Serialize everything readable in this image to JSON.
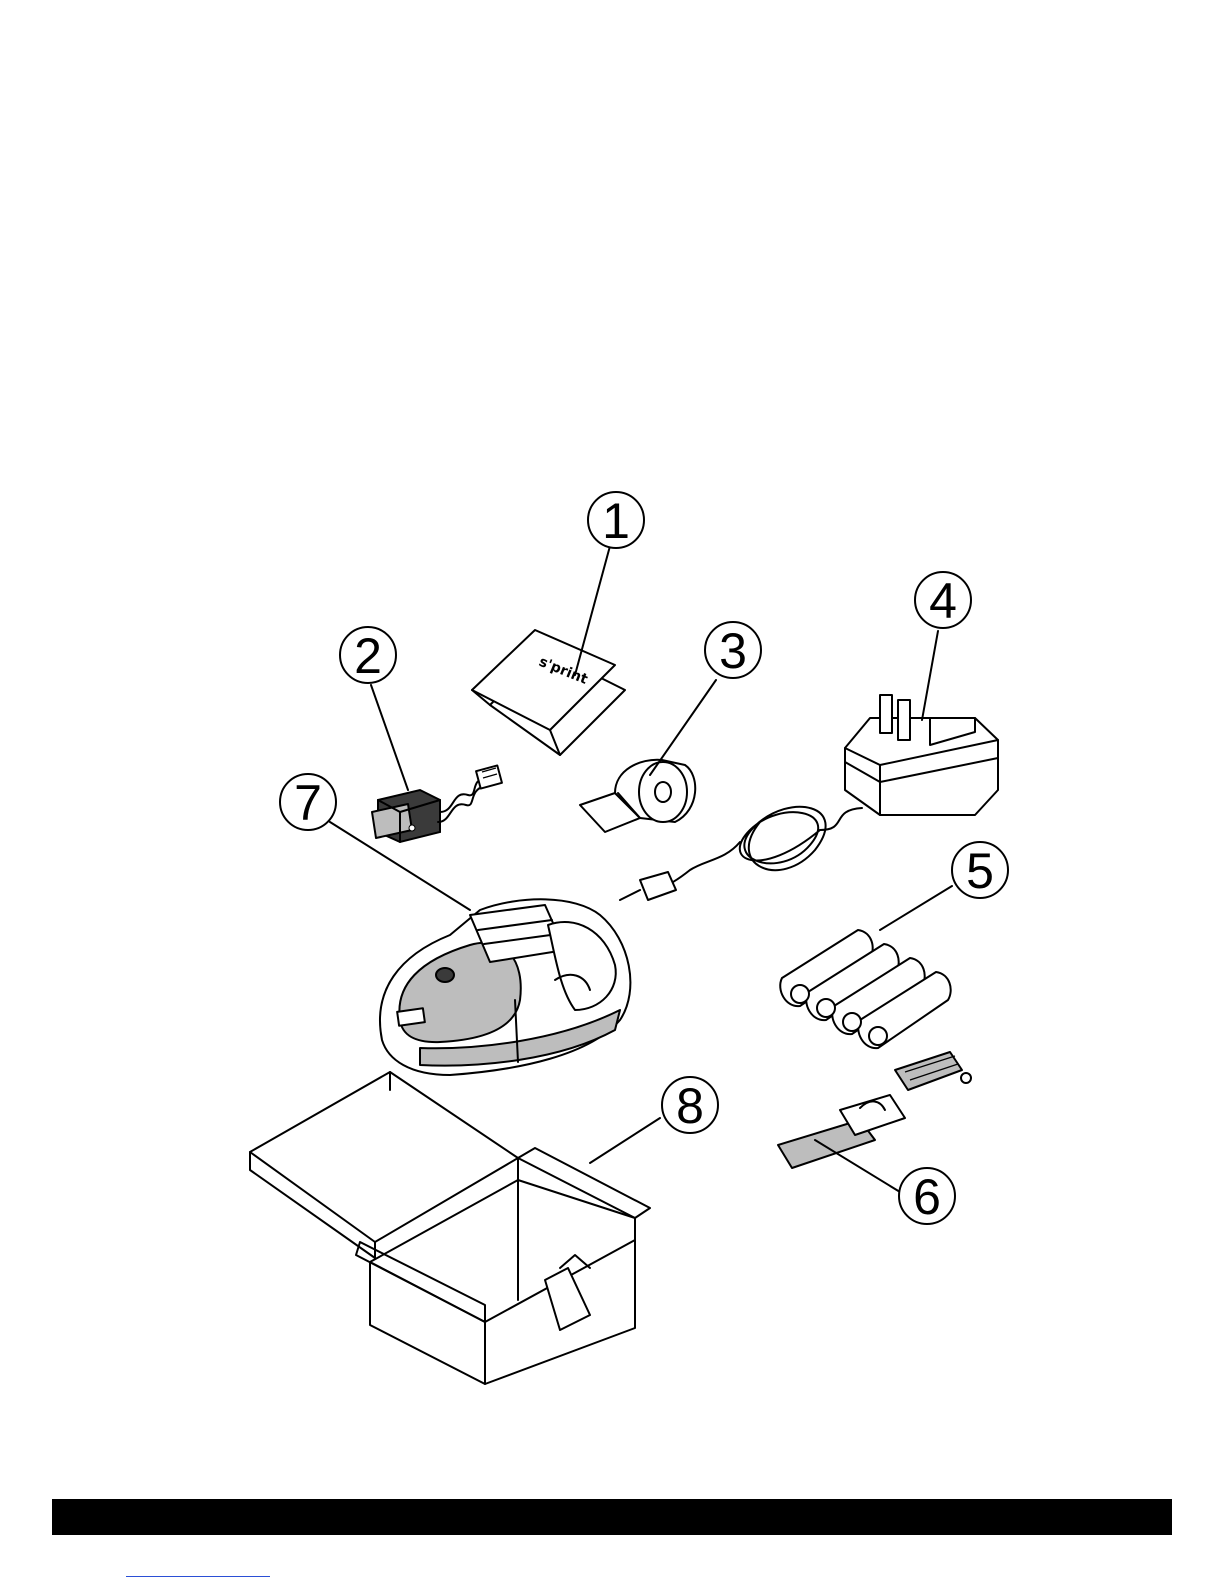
{
  "callouts": [
    {
      "id": "1",
      "text": "1"
    },
    {
      "id": "2",
      "text": "2"
    },
    {
      "id": "3",
      "text": "3"
    },
    {
      "id": "4",
      "text": "4"
    },
    {
      "id": "5",
      "text": "5"
    },
    {
      "id": "6",
      "text": "6"
    },
    {
      "id": "7",
      "text": "7"
    },
    {
      "id": "8",
      "text": "8"
    }
  ],
  "manual": {
    "brand": "s'print"
  },
  "colors": {
    "line": "#000000",
    "background": "#ffffff",
    "footer_bar": "#000000",
    "footer_link": "#2b4fd6"
  }
}
